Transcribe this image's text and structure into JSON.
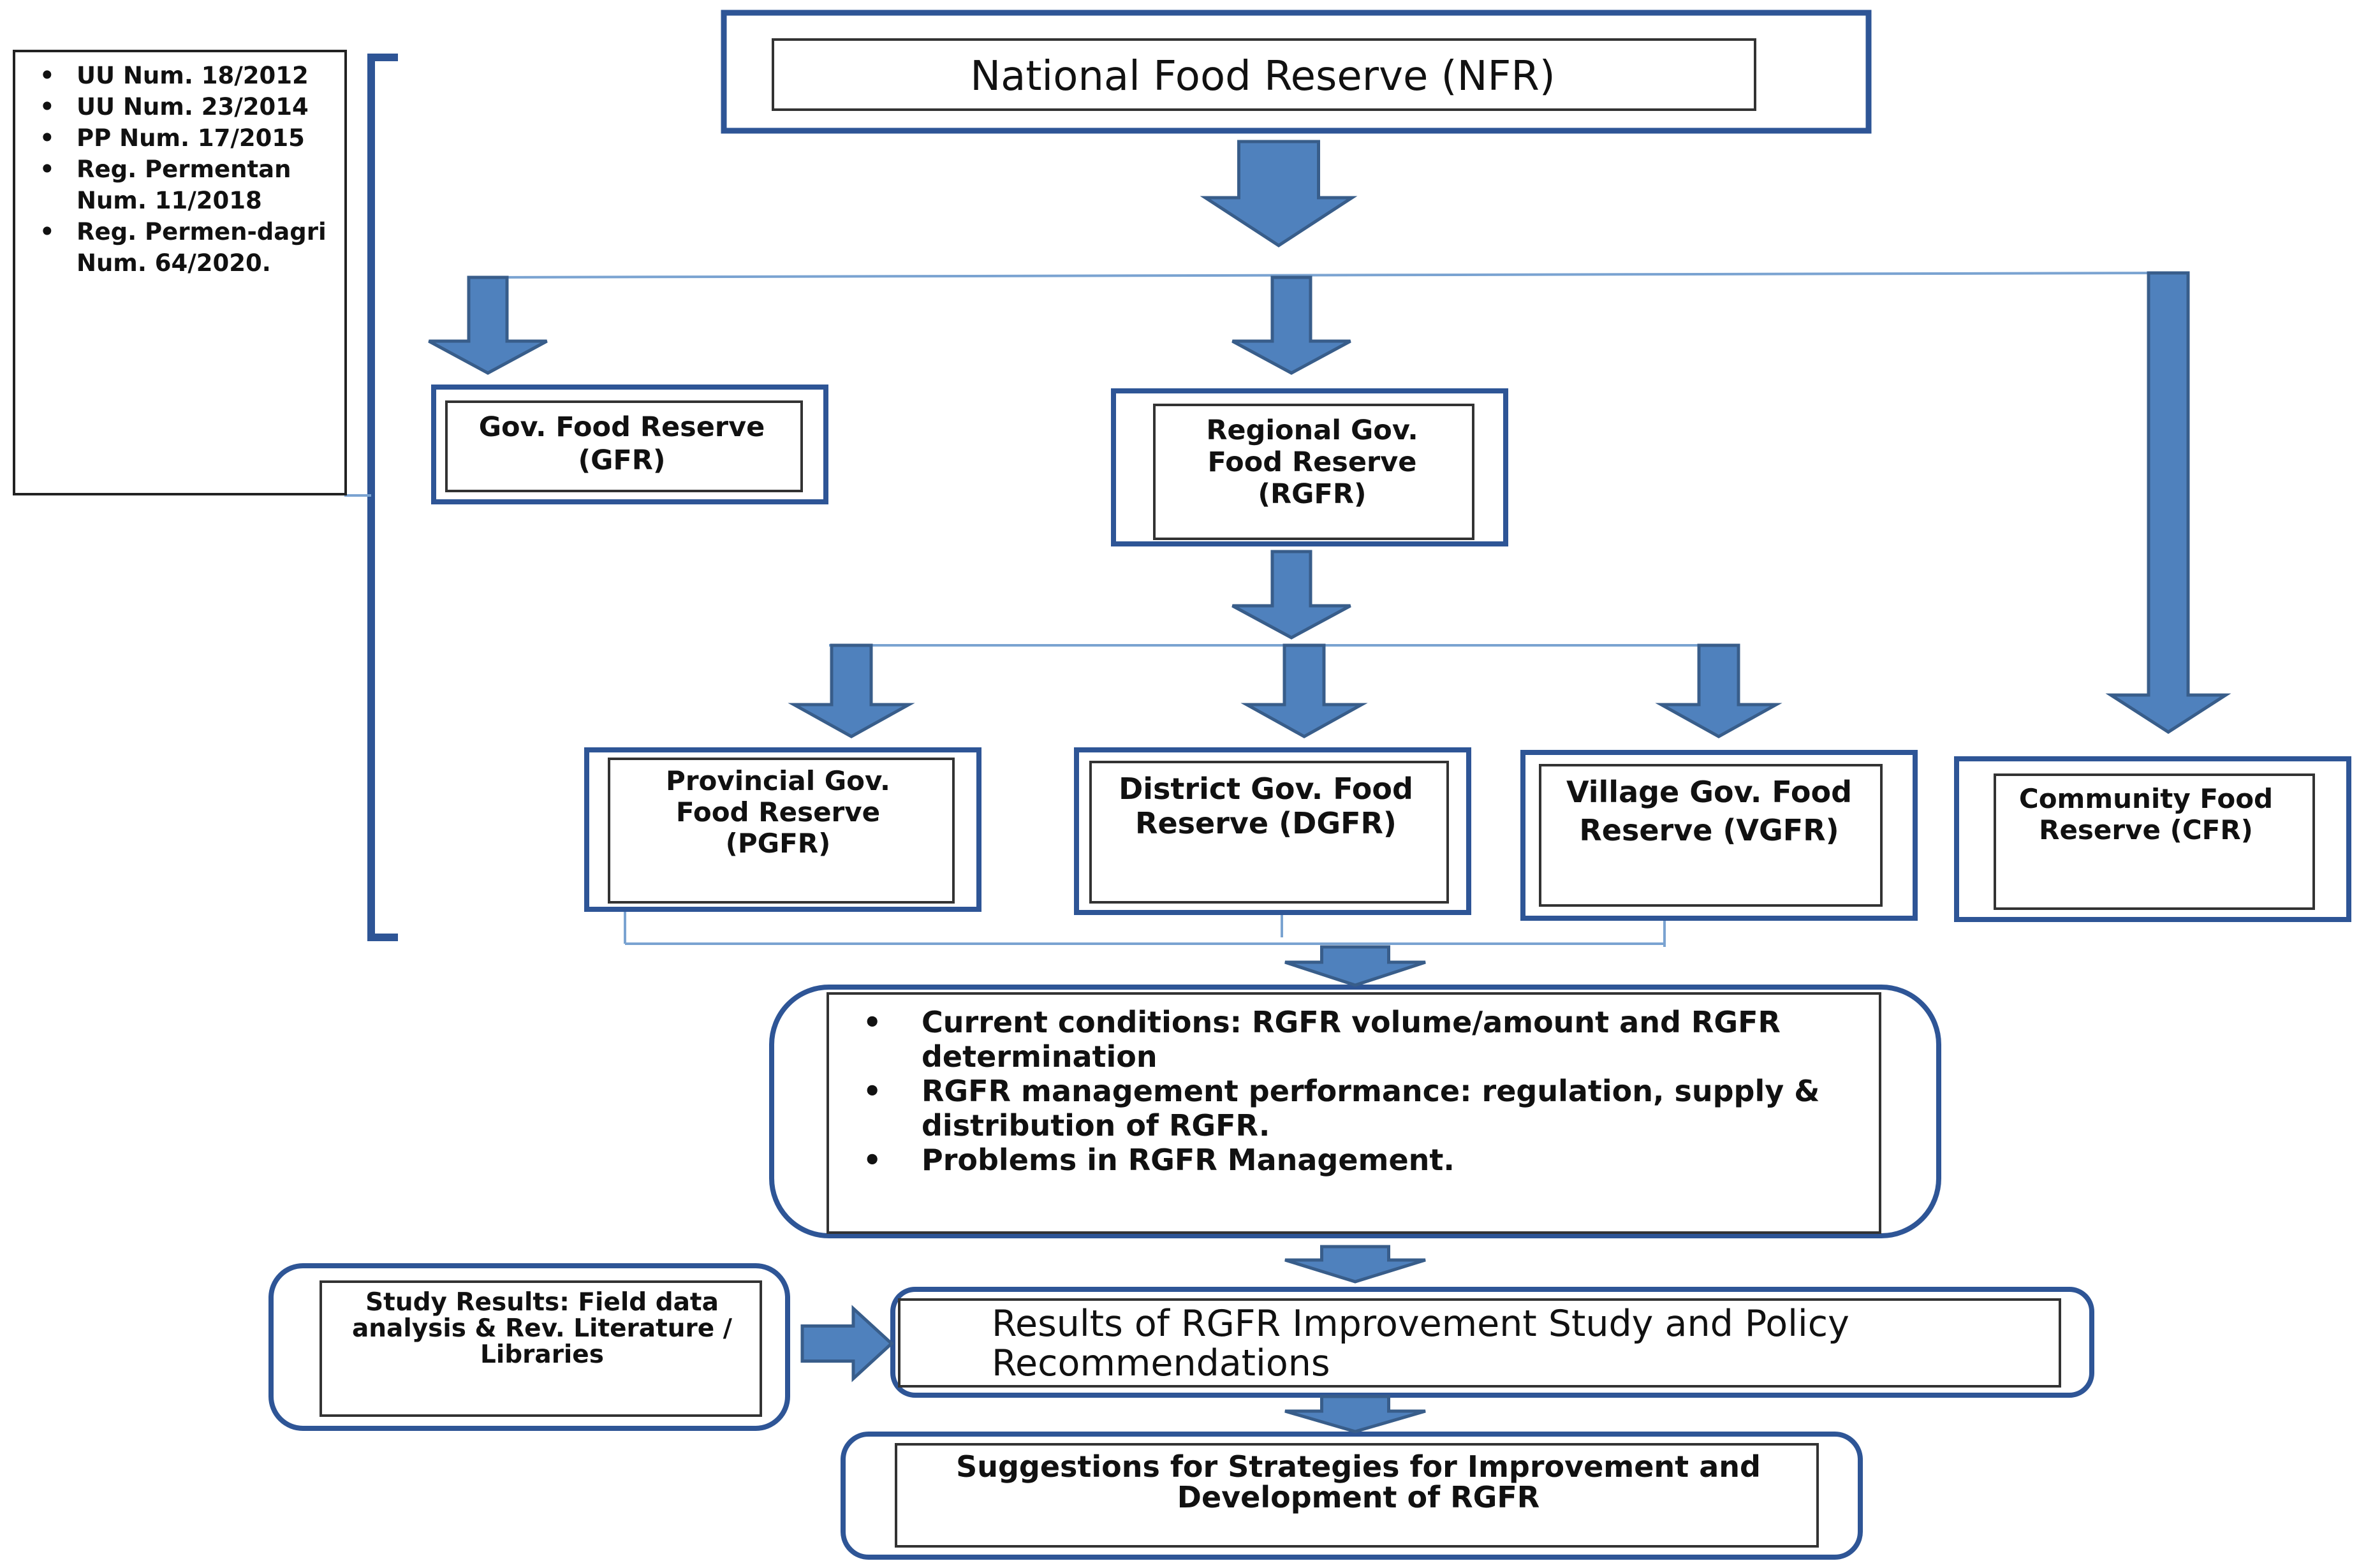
{
  "nodes": {
    "nfr": "National Food Reserve (NFR)",
    "gfr": "Gov. Food Reserve (GFR)",
    "rgfr": "Regional Gov. Food Reserve (RGFR)",
    "pgfr": "Provincial Gov. Food Reserve (PGFR)",
    "dgfr": "District Gov. Food Reserve (DGFR)",
    "vgfr": "Village Gov. Food Reserve (VGFR)",
    "cfr": "Community Food Reserve (CFR)",
    "study_results": "Study Results: Field data analysis & Rev. Literature / Libraries",
    "improvement_results": "Results of RGFR Improvement Study and Policy Recommendations",
    "suggestions": "Suggestions for Strategies for Improvement and Development of RGFR"
  },
  "regulations": [
    "UU Num. 18/2012",
    "UU Num. 23/2014",
    "PP Num. 17/2015",
    "Reg. Permentan Num. 11/2018",
    "Reg. Permen-dagri Num. 64/2020."
  ],
  "conditions": [
    "Current conditions: RGFR volume/amount and RGFR determination",
    "RGFR management performance: regulation, supply & distribution of RGFR.",
    "Problems in RGFR Management."
  ],
  "colors": {
    "arrow_fill": "#4f81bd",
    "arrow_stroke": "#385d8a",
    "box_outer": "#2e5596",
    "box_inner": "#333333",
    "connector": "#7aa3d1"
  }
}
